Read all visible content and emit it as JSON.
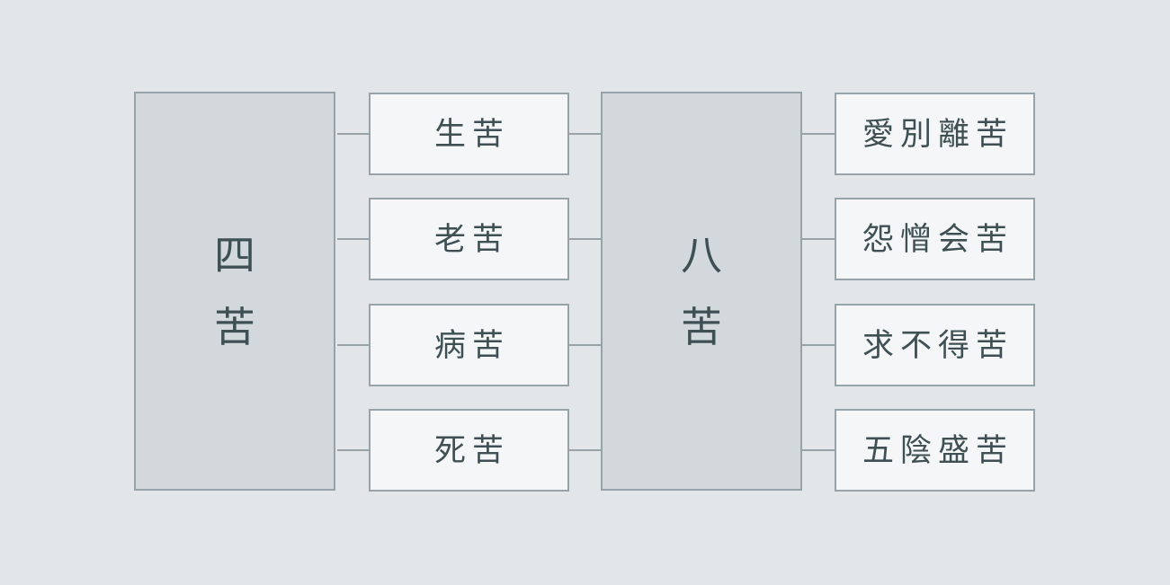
{
  "colors": {
    "background": "#e2e6e9",
    "group_fill": "#d3d8dd",
    "item_fill": "#f4f6f8",
    "border": "#98a2a9",
    "text": "#3e5054"
  },
  "diagram": {
    "left_group": {
      "label": "四苦",
      "chars": [
        "四",
        "苦"
      ]
    },
    "left_items": [
      "生苦",
      "老苦",
      "病苦",
      "死苦"
    ],
    "right_group": {
      "label": "八苦",
      "chars": [
        "八",
        "苦"
      ]
    },
    "right_items": [
      "愛別離苦",
      "怨憎会苦",
      "求不得苦",
      "五陰盛苦"
    ]
  }
}
